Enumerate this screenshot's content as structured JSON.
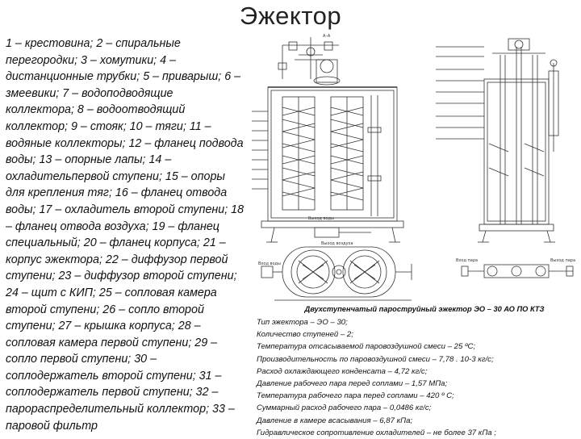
{
  "title": "Эжектор",
  "legend_text": "1 – крестовина; 2 – спиральные перегородки; 3 – хомутики; 4 – дистанционные трубки; 5 – приварыш; 6 – змеевики; 7 – водоподводящие коллектора; 8 – водоотводящий коллектор; 9 – стояк; 10 – тяги; 11 – водяные коллекторы; 12 – фланец подвода воды; 13 – опорные лапы; 14 – охладительпервой ступени; 15 – опоры для крепления тяг; 16 – фланец отвода воды; 17 – охладитель второй ступени; 18 – фланец отвода воздуха; 19 – фланец специальный; 20 – фланец корпуса; 21 – корпус эжектора; 22 – диффузор первой ступени; 23 – диффузор второй ступени; 24 – щит с КИП; 25 – сопловая камера второй ступени; 26 – сопло второй ступени; 27 – крышка корпуса; 28 – сопловая камера первой ступени; 29 – сопло первой ступени; 30 – соплодержатель второй ступени; 31 – соплодержатель первой ступени; 32 – парораспределительный коллектор; 33 – паровой фильтр",
  "drawing": {
    "labels": {
      "vyhod_vody": "Выход воды",
      "vyhod_vozduha": "Выход воздуха",
      "vhod_vody": "Вход воды",
      "view_a": "А–А",
      "left_detail": "Вход пара",
      "right_detail": "Выход пара"
    }
  },
  "specs": {
    "heading": "Двухступенчатый пароструйный эжектор ЭО – 30 АО ПО КТЗ",
    "lines": [
      "Тип эжектора – ЭО – 30;",
      "Количество ступеней – 2;",
      "Температура отсасываемой паровоздушной смеси – 25 ºС;",
      "Производительность по паровоздушной смеси – 7,78 . 10-3 кг/с;",
      "Расход охлаждающего конденсата – 4,72 кг/с;",
      "Давление рабочего пара перед соплами – 1,57 МПа;",
      "Температура рабочего пара перед соплами – 420 º С;",
      "Суммарный расход рабочего пара – 0,0486 кг/с;",
      "Давление в камере всасывания – 6,87 кПа;",
      "Гидравлическое сопротивление охладителей – не более 37 кПа ;"
    ]
  }
}
